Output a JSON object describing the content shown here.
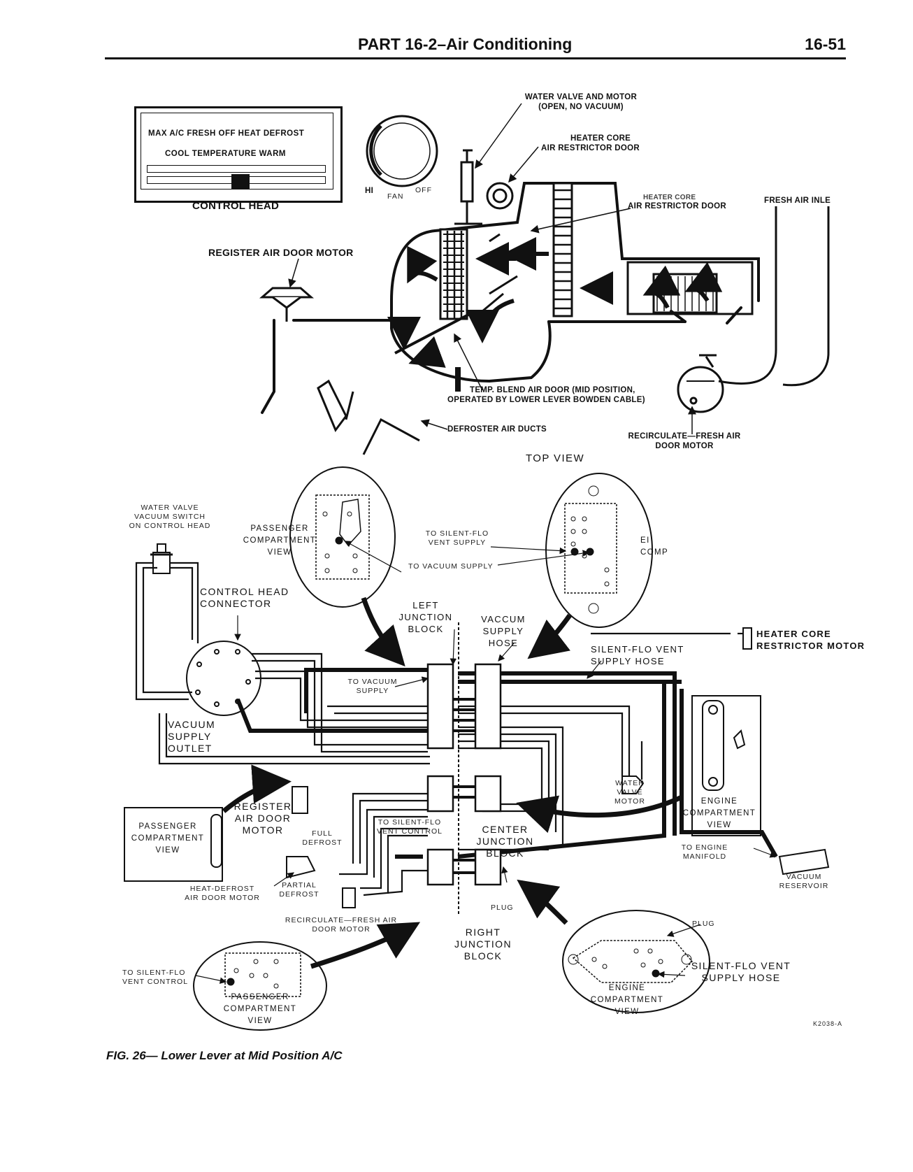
{
  "header": {
    "title": "PART 16-2–Air Conditioning",
    "page_number": "16-51"
  },
  "top_view": {
    "control_head_panel": {
      "row1": "MAX A/C FRESH OFF HEAT DEFROST",
      "row2": "COOL TEMPERATURE WARM"
    },
    "labels": {
      "control_head": "CONTROL HEAD",
      "fan_hi": "HI",
      "fan": "FAN",
      "fan_off": "OFF",
      "water_valve_line1": "WATER VALVE AND MOTOR",
      "water_valve_line2": "(OPEN, NO VACUUM)",
      "heater_core_1_line1": "HEATER CORE",
      "heater_core_1_line2": "AIR RESTRICTOR DOOR",
      "heater_core_2_line1": "HEATER CORE",
      "heater_core_2_line2": "AIR RESTRICTOR DOOR",
      "fresh_air_inlet": "FRESH AIR INLE",
      "register_air_door_motor": "REGISTER AIR DOOR MOTOR",
      "temp_blend_line1": "TEMP. BLEND AIR DOOR (MID POSITION,",
      "temp_blend_line2": "OPERATED BY LOWER LEVER BOWDEN CABLE)",
      "defroster_air_ducts": "DEFROSTER AIR DUCTS",
      "recirc_fresh_line1": "RECIRCULATE—FRESH AIR",
      "recirc_fresh_line2": "DOOR MOTOR",
      "view_title": "TOP VIEW"
    }
  },
  "vacuum_diagram": {
    "labels": {
      "water_valve_switch": "WATER VALVE\nVACUUM SWITCH\nON CONTROL HEAD",
      "passenger_view_top": "PASSENGER\nCOMPARTMENT\nVIEW",
      "to_silent_flo_vent_supply": "TO SILENT-FLO\nVENT SUPPLY",
      "to_vacuum_supply_top": "TO VACUUM SUPPLY",
      "engine_comp_partial": "EI\nCOMP",
      "control_head_connector": "CONTROL HEAD\nCONNECTOR",
      "left_junction_block": "LEFT\nJUNCTION\nBLOCK",
      "vaccum_supply_hose": "VACCUM\nSUPPLY\nHOSE",
      "heater_core_restrictor_motor": "HEATER CORE\nRESTRICTOR MOTOR",
      "silent_flo_vent_supply_hose": "SILENT-FLO VENT\nSUPPLY HOSE",
      "to_vacuum_supply_mid": "TO VACUUM\nSUPPLY",
      "vacuum_supply_outlet": "VACUUM\nSUPPLY\nOUTLET",
      "water_valve_motor": "WATER\nVALVE\nMOTOR",
      "engine_compartment_view_mid": "ENGINE\nCOMPARTMENT\nVIEW",
      "register_air_door_motor": "REGISTER\nAIR DOOR\nMOTOR",
      "passenger_compartment_view_left": "PASSENGER\nCOMPARTMENT\nVIEW",
      "full_defrost": "FULL\nDEFROST",
      "to_silent_flo_vent_control_mid": "TO SILENT-FLO\nVENT CONTROL",
      "center_junction_block": "CENTER\nJUNCTION BLOCK",
      "to_engine_manifold": "TO ENGINE\nMANIFOLD",
      "vacuum_reservoir": "VACUUM\nRESERVOIR",
      "heat_defrost_air_door_motor": "HEAT-DEFROST\nAIR DOOR MOTOR",
      "partial_defrost": "PARTIAL\nDEFROST",
      "plug_mid": "PLUG",
      "recirc_fresh_air_door_motor": "RECIRCULATE—FRESH AIR\nDOOR MOTOR",
      "right_junction_block": "RIGHT\nJUNCTION\nBLOCK",
      "plug_bottom": "PLUG",
      "to_silent_flo_vent_control_bottom": "TO SILENT-FLO\nVENT CONTROL",
      "passenger_compartment_view_bottom": "PASSENGER\nCOMPARTMENT\nVIEW",
      "silent_flo_vent_supply_hose_bottom": "SILENT-FLO VENT\nSUPPLY HOSE",
      "engine_compartment_view_bottom": "ENGINE\nCOMPARTMENT\nVIEW",
      "figure_code": "K2038-A"
    }
  },
  "caption": "FIG. 26— Lower Lever at Mid Position A/C"
}
